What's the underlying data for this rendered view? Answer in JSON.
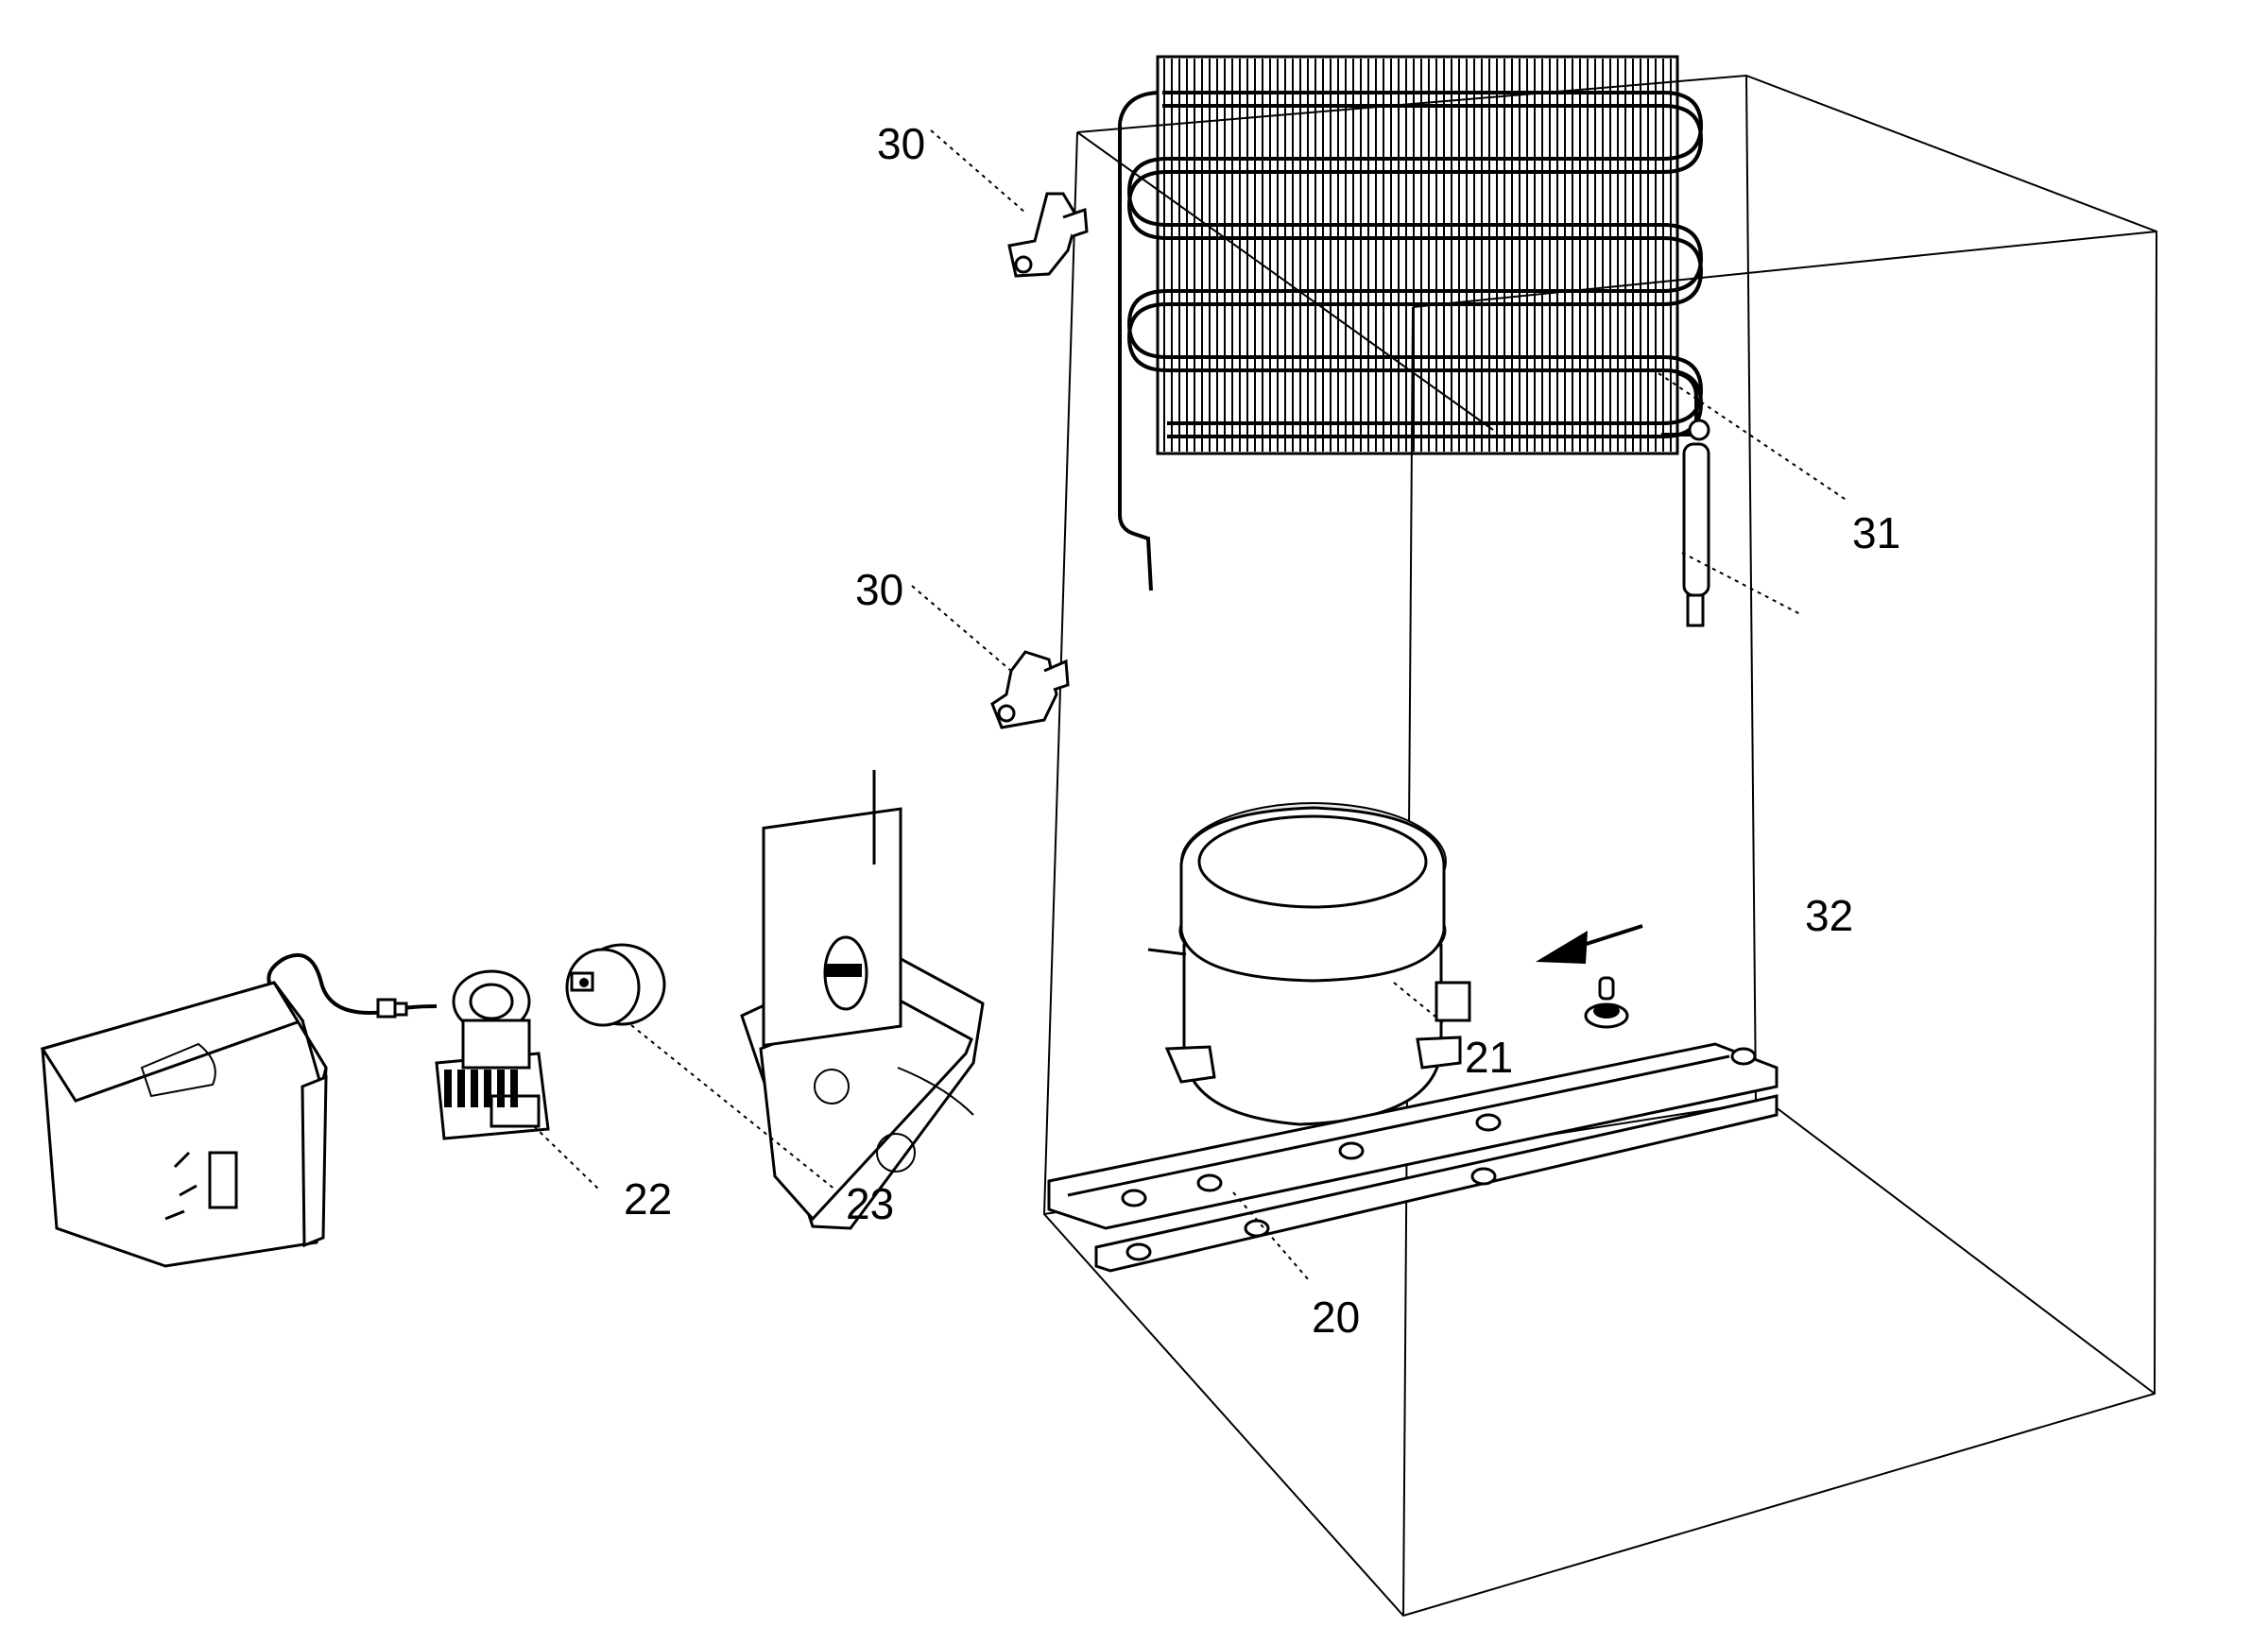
{
  "diagram": {
    "callouts": {
      "part_30_upper": "30",
      "part_30_lower": "30",
      "part_31": "31",
      "part_32": "32",
      "part_21": "21",
      "part_20": "20",
      "part_22": "22",
      "part_23": "23"
    }
  }
}
